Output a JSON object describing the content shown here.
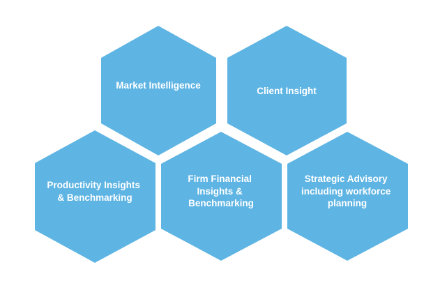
{
  "diagram": {
    "fill_color": "#5eb4e3",
    "text_color": "#ffffff",
    "hexagons": [
      {
        "lines": [
          "Market Intelligence"
        ]
      },
      {
        "lines": [
          "Client Insight"
        ]
      },
      {
        "lines": [
          "Productivity Insights",
          "& Benchmarking"
        ]
      },
      {
        "lines": [
          "Firm Financial",
          "Insights &",
          "Benchmarking"
        ]
      },
      {
        "lines": [
          "Strategic Advisory",
          "including workforce",
          "planning"
        ]
      }
    ]
  }
}
